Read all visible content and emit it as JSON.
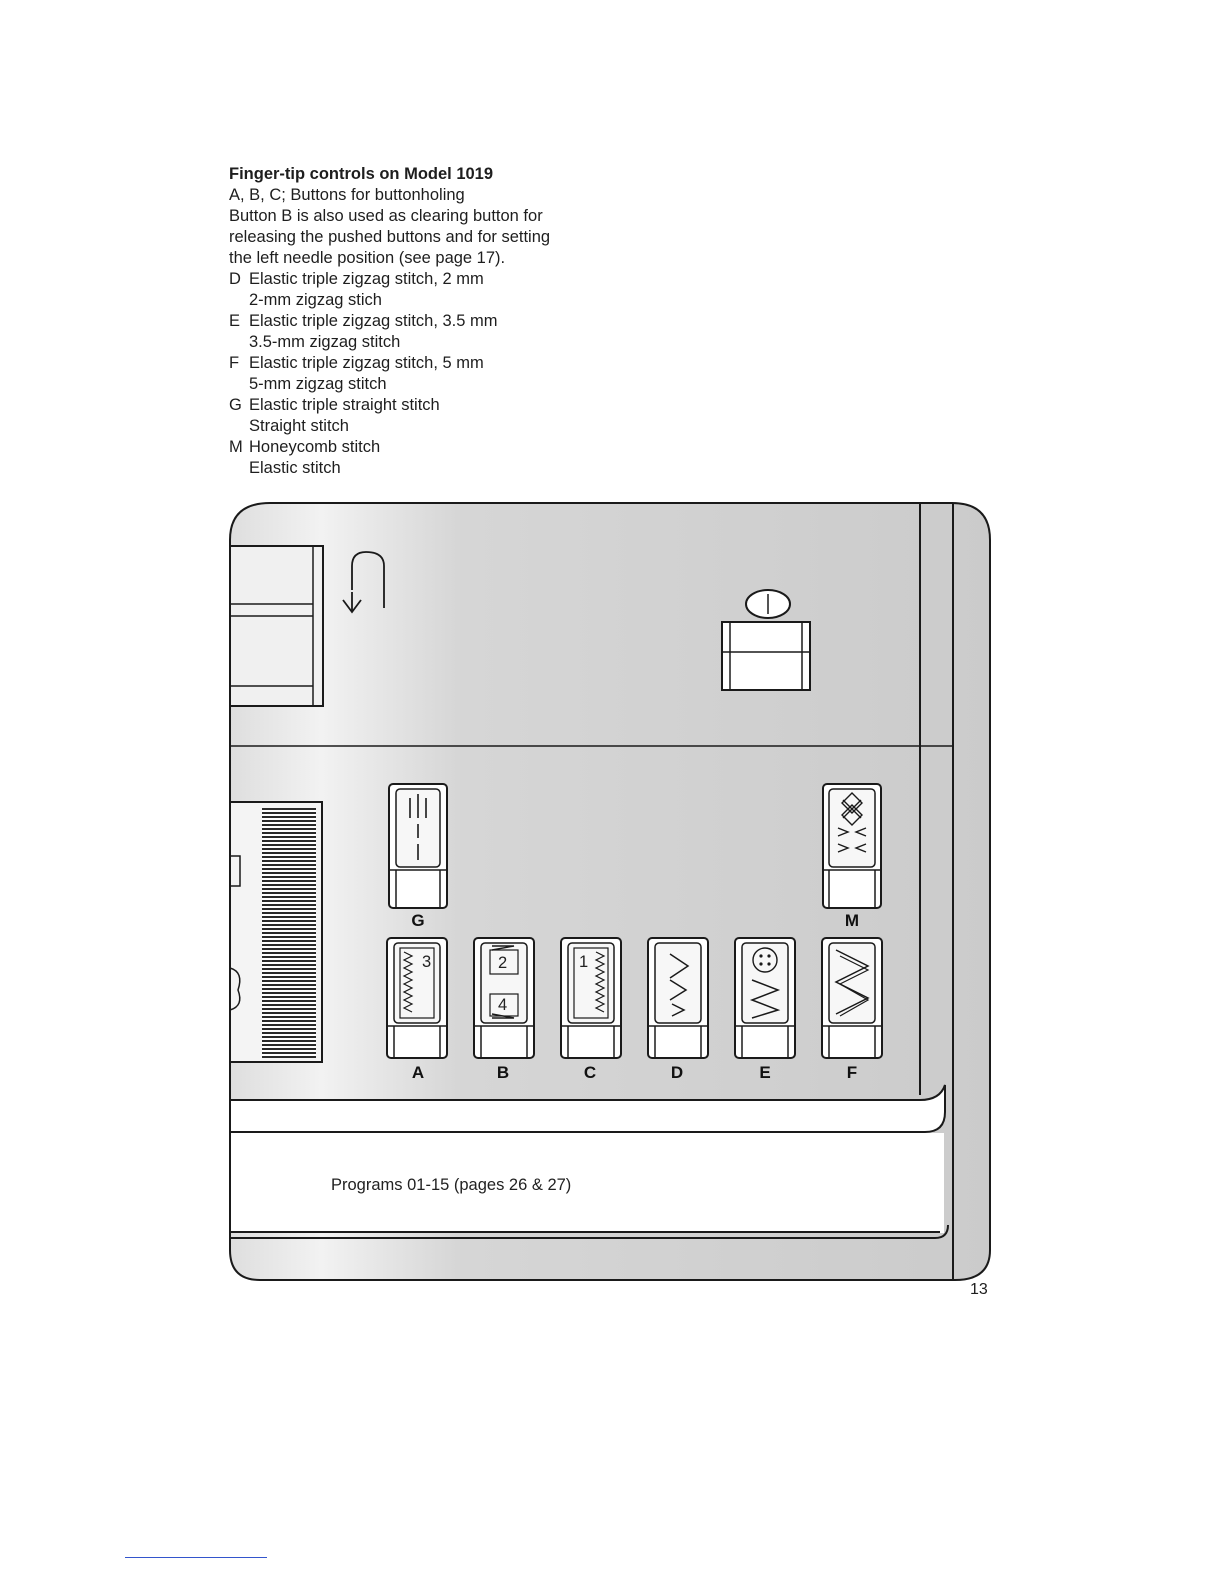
{
  "heading": "Finger-tip controls on Model 1019",
  "intro": [
    "A, B, C; Buttons for buttonholing",
    "Button B is also used as clearing button for",
    "releasing the pushed buttons and for setting",
    "the left needle position (see page 17)."
  ],
  "entries": [
    {
      "key": "D",
      "main": "Elastic triple zigzag stitch, 2 mm",
      "sub": "2-mm zigzag stich"
    },
    {
      "key": "E",
      "main": "Elastic triple zigzag stitch, 3.5 mm",
      "sub": "3.5-mm zigzag stitch"
    },
    {
      "key": "F",
      "main": "Elastic triple zigzag stitch, 5 mm",
      "sub": "5-mm zigzag stitch"
    },
    {
      "key": "G",
      "main": "Elastic triple straight stitch",
      "sub": "Straight stitch"
    },
    {
      "key": "M",
      "main": "Honeycomb stitch",
      "sub": "Elastic stitch"
    }
  ],
  "panel": {
    "button_labels": {
      "A": "A",
      "B": "B",
      "C": "C",
      "D": "D",
      "E": "E",
      "F": "F",
      "G": "G",
      "M": "M"
    },
    "button_numbers": {
      "a": "3",
      "b_top": "2",
      "b_bottom": "4",
      "c": "1"
    },
    "programs_text": "Programs 01-15 (pages 26 & 27)"
  },
  "page_number": "13",
  "colors": {
    "panel_fill": "#d4d4d4",
    "line": "#1a1a1a",
    "text": "#1e1e1e"
  }
}
